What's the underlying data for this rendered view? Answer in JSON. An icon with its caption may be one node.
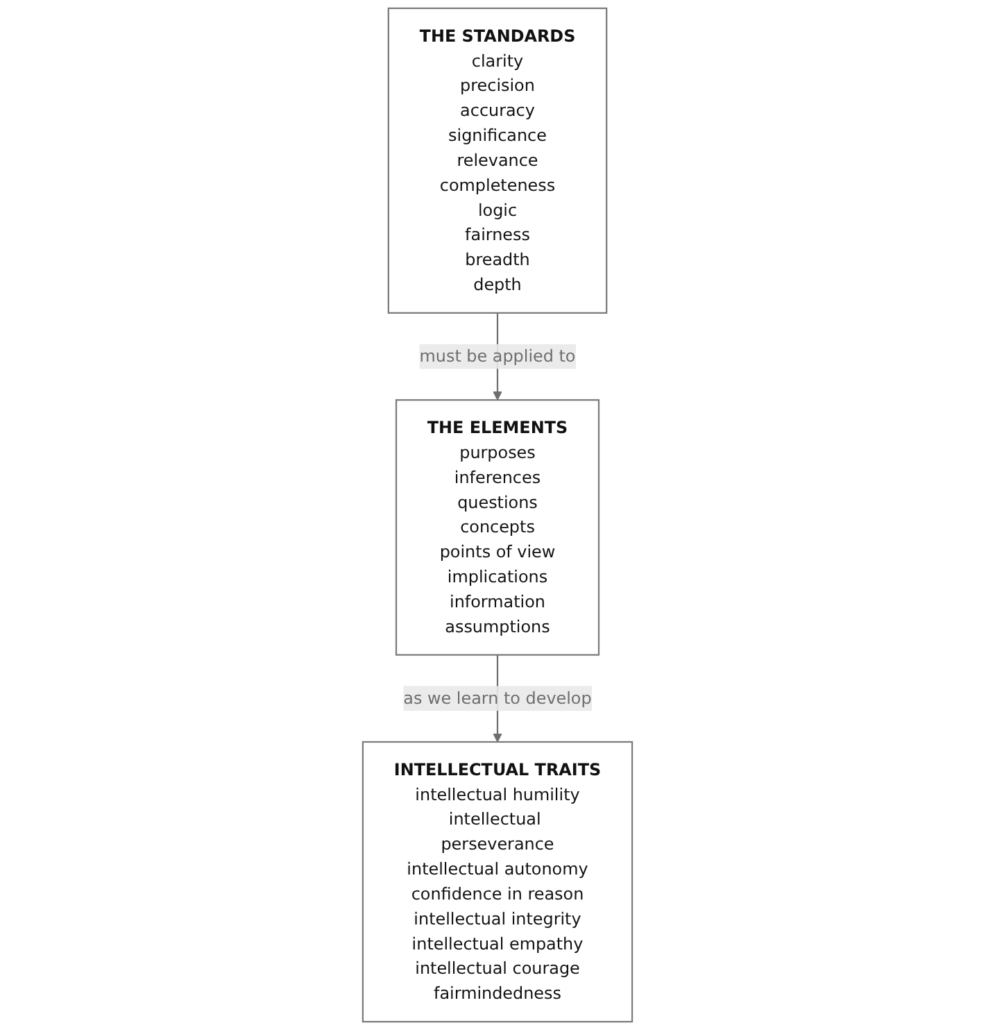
{
  "diagram": {
    "nodes": [
      {
        "text": [
          "THE STANDARDS",
          "clarity",
          "precision",
          "accuracy",
          "significance",
          "relevance",
          "completeness",
          "logic",
          "fairness",
          "breadth",
          "depth"
        ]
      },
      {
        "text": [
          "THE ELEMENTS",
          "purposes",
          "inferences",
          "questions",
          "concepts",
          "points of view",
          "implications",
          "information",
          "assumptions"
        ]
      },
      {
        "text": [
          "INTELLECTUAL TRAITS",
          "intellectual humility",
          "intellectual perseverance",
          "intellectual autonomy",
          "confidence in reason",
          "intellectual integrity",
          "intellectual empathy",
          "intellectual courage",
          "fairmindedness"
        ]
      }
    ],
    "edges": [
      {
        "from": 0,
        "to": 1,
        "arrow": "to",
        "label": "must be applied to"
      },
      {
        "from": 1,
        "to": 2,
        "arrow": "to",
        "label": "as we learn to develop"
      }
    ]
  }
}
